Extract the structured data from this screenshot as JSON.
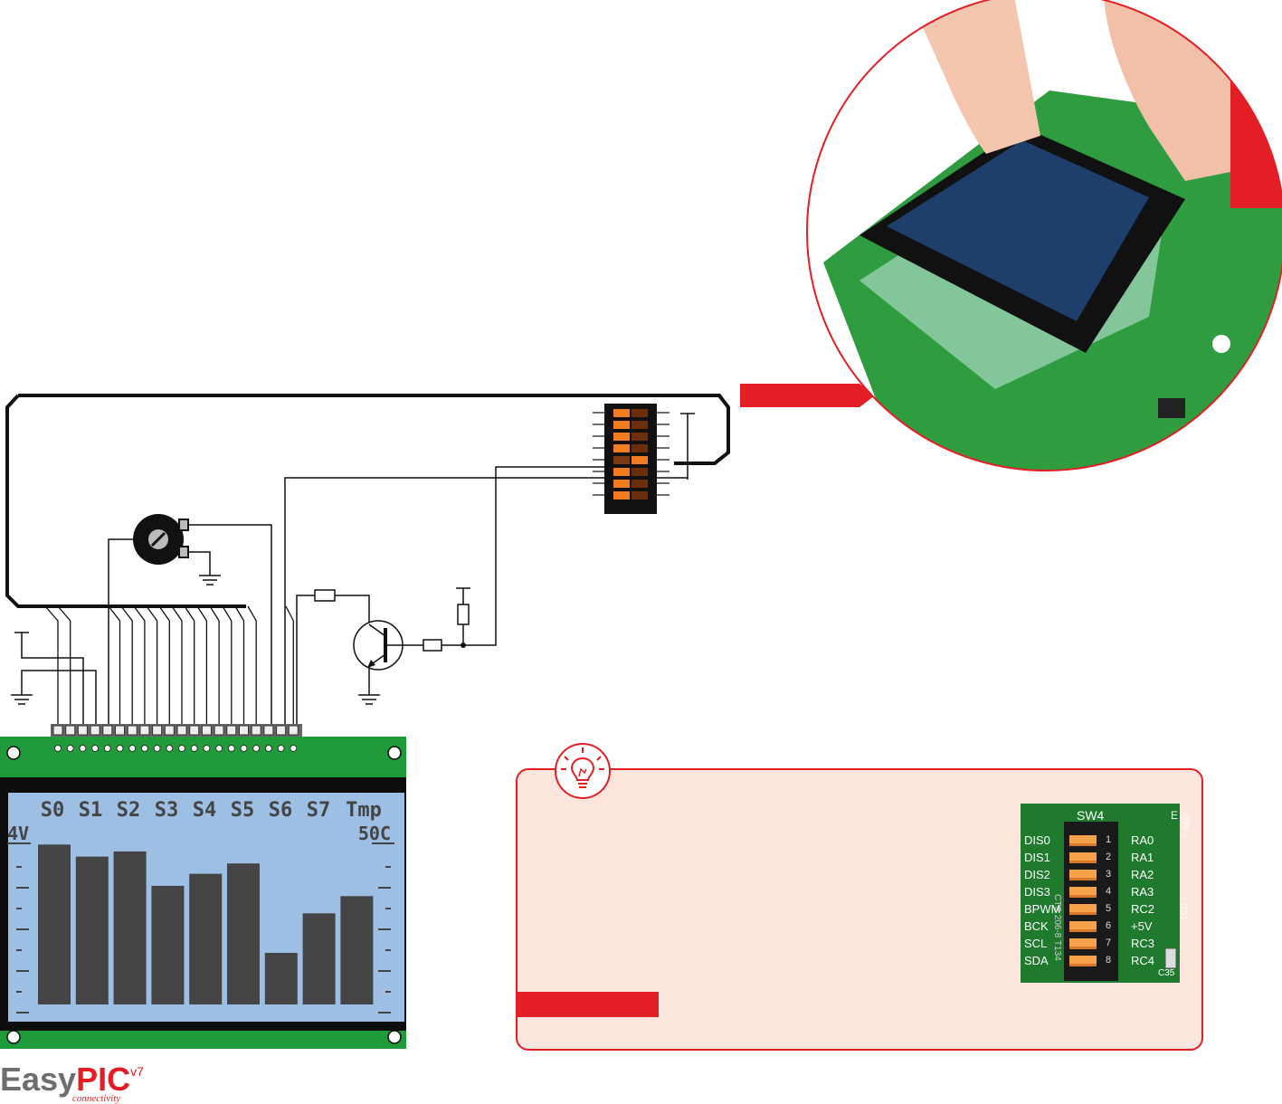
{
  "colors": {
    "accent": "#e31e24",
    "pcb_green": "#1f9b3a",
    "lcd_screen": "#9dbfe3",
    "bar": "#444444",
    "dip_orange": "#f47c20",
    "tip_background": "#fde6dd"
  },
  "glcd": {
    "header_labels": [
      "S0",
      "S1",
      "S2",
      "S3",
      "S4",
      "S5",
      "S6",
      "S7",
      "Tmp"
    ],
    "left_scale_label": "4V",
    "right_scale_label": "50C"
  },
  "chart_data": {
    "type": "bar",
    "categories": [
      "S0",
      "S1",
      "S2",
      "S3",
      "S4",
      "S5",
      "S6",
      "S7",
      "Tmp"
    ],
    "values": [
      0.93,
      0.86,
      0.89,
      0.69,
      0.76,
      0.82,
      0.3,
      0.53,
      0.63
    ],
    "ylim": [
      0,
      1
    ]
  },
  "sw4": {
    "title": "SW4",
    "left_labels": [
      "DIS0",
      "DIS1",
      "DIS2",
      "DIS3",
      "BPWM",
      "BCK",
      "SCL",
      "SDA"
    ],
    "right_labels": [
      "RA0",
      "RA1",
      "RA2",
      "RA3",
      "RC2",
      "+5V",
      "RC3",
      "RC4"
    ],
    "switch_numbers": [
      "1",
      "2",
      "3",
      "4",
      "5",
      "6",
      "7",
      "8"
    ],
    "group_labels": [
      "7-SEG",
      "LCD"
    ],
    "part_text": "CTS 206-8 T134",
    "corner_label": "C35",
    "edge_label": "E"
  },
  "logo": {
    "easy": "Easy",
    "pic": "PIC",
    "version": "v7",
    "tagline": "connectivity"
  },
  "icons": {
    "tip": "lightbulb-icon",
    "trimmer": "potentiometer-icon",
    "transistor": "npn-transistor-icon"
  }
}
